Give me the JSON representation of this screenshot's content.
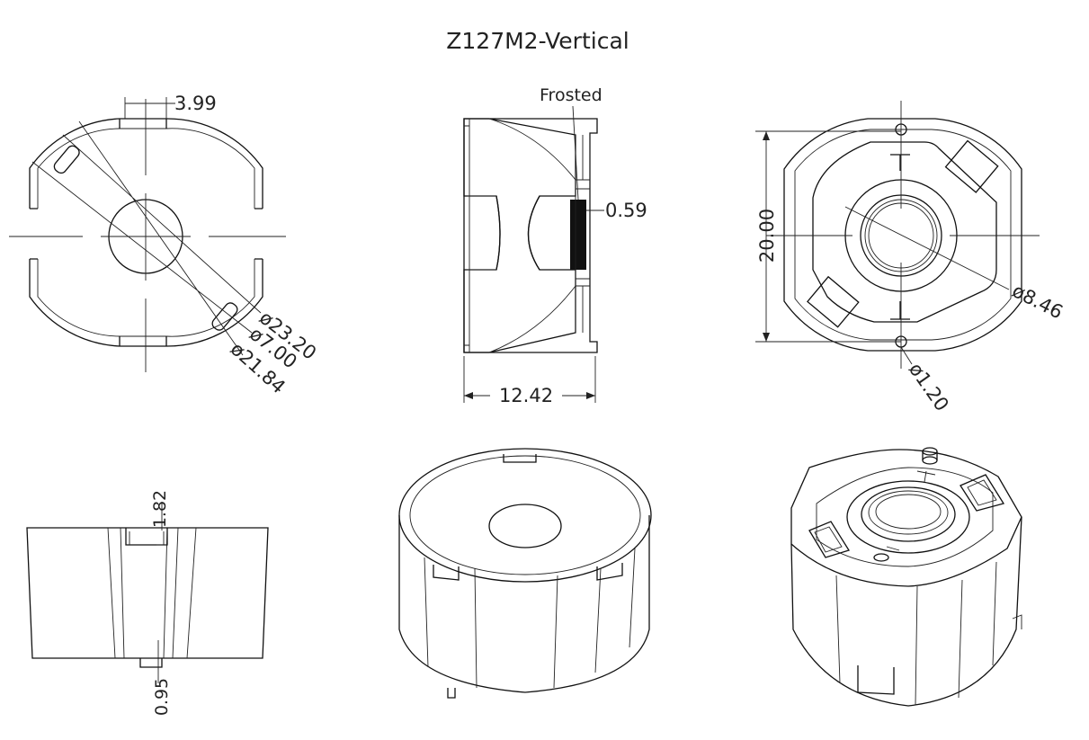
{
  "title": "Z127M2-Vertical",
  "note_frosted": "Frosted",
  "dimensions": {
    "slot_width": "3.99",
    "dia_outer": "ø23.20",
    "dia_hole": "ø7.00",
    "dia_inner": "ø21.84",
    "lens_depth": "0.59",
    "height_total": "12.42",
    "width_20": "20.00",
    "dia_lens": "ø8.46",
    "dia_pin": "ø1.20",
    "notch_depth": "1.82",
    "pin_height": "0.95"
  }
}
